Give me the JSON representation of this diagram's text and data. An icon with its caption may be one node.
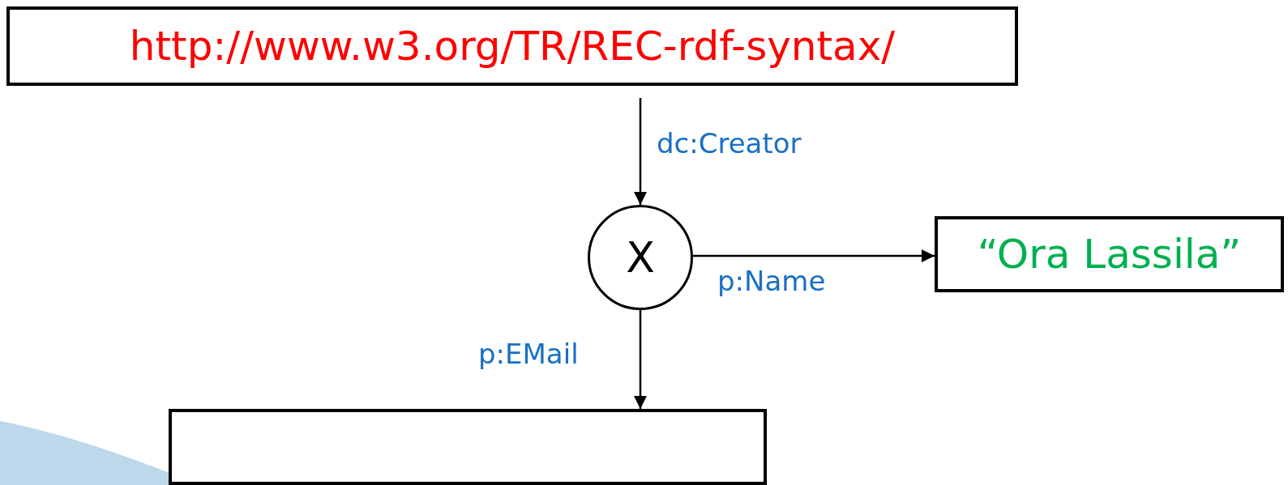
{
  "diagram": {
    "nodes": [
      {
        "text": [
          "http://www.w3.org/TR/REC-rdf-syntax/"
        ]
      },
      {
        "text": [
          "X"
        ]
      },
      {
        "text": [
          "“Ora Lassila”"
        ]
      },
      {
        "text": [],
        "shape": "box"
      }
    ],
    "edges": [
      {
        "from": 0,
        "to": 1,
        "arrow": "to",
        "label": "dc:Creator"
      },
      {
        "from": 1,
        "to": 2,
        "arrow": "to",
        "label": "p:Name"
      },
      {
        "from": 1,
        "to": 3,
        "arrow": "to",
        "label": "p:EMail"
      }
    ]
  }
}
